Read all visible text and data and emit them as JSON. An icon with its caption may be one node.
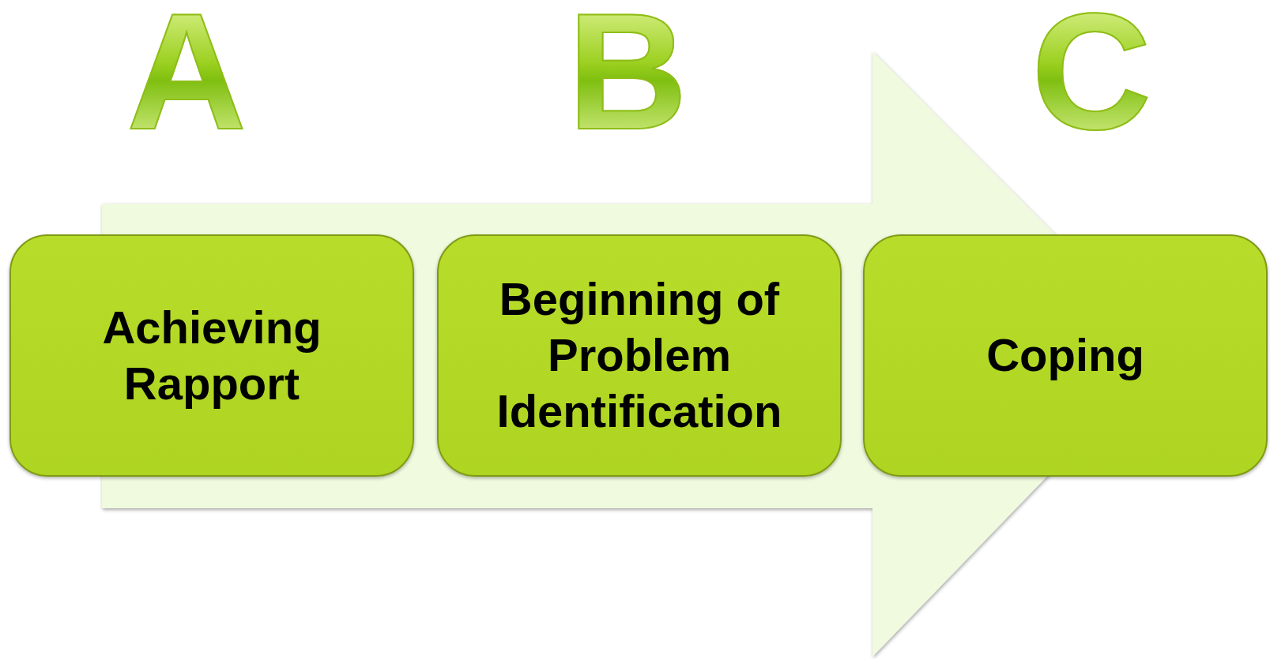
{
  "diagram": {
    "nodes": [
      {
        "text": [
          "Achieving Rapport"
        ]
      },
      {
        "text": [
          "Beginning of Problem Identification"
        ]
      },
      {
        "text": [
          "Coping"
        ]
      }
    ],
    "edges": [
      {
        "from": 0,
        "to": 2,
        "arrow": "to"
      }
    ],
    "labels": [
      "A",
      "B",
      "C"
    ]
  }
}
